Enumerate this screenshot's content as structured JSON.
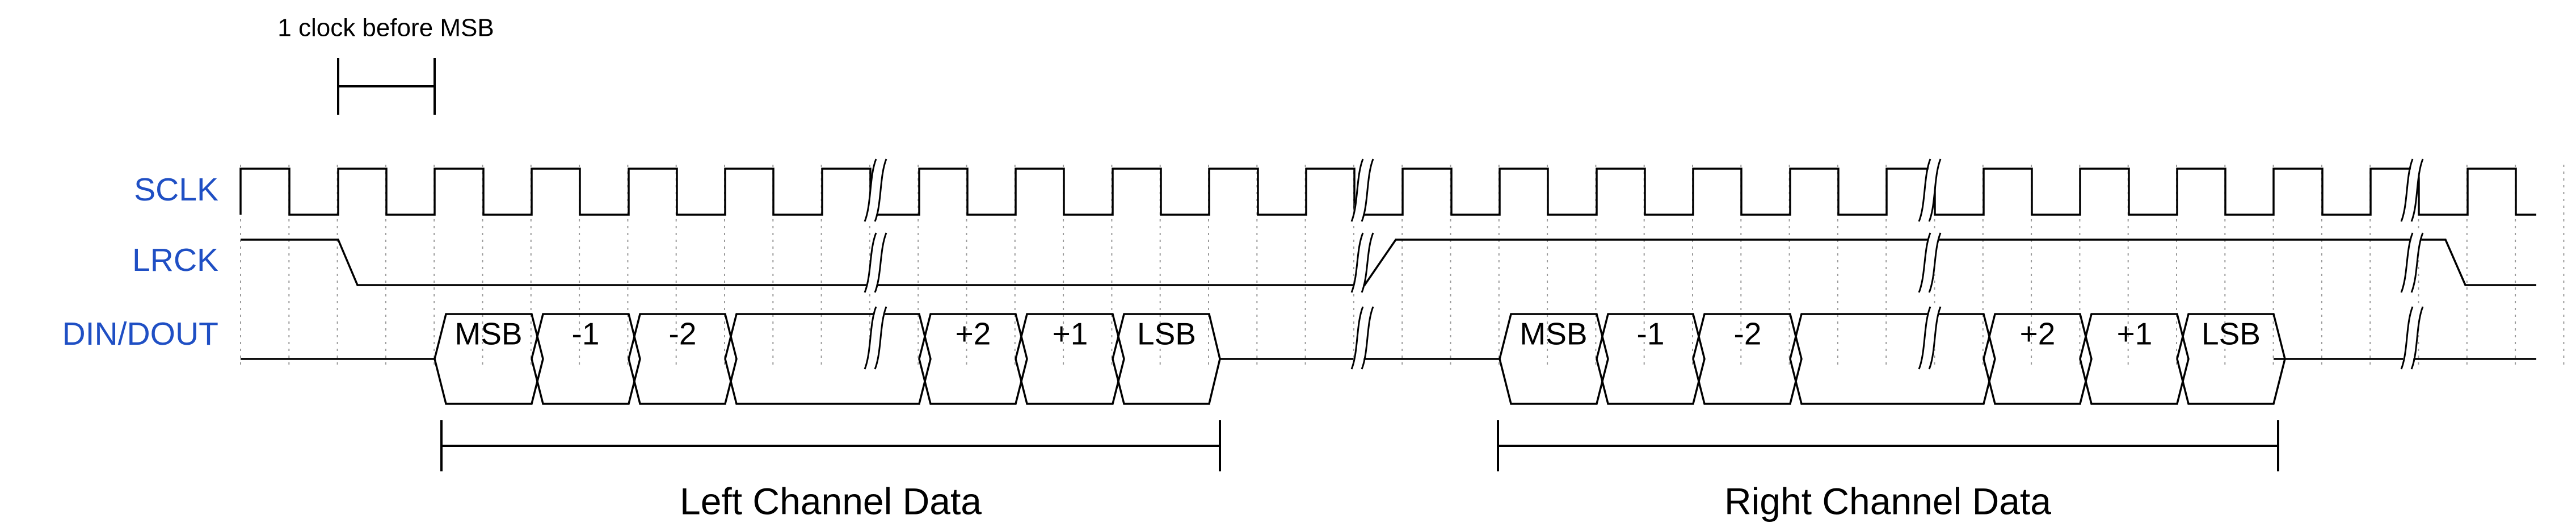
{
  "signals": {
    "sclk": "SCLK",
    "lrck": "LRCK",
    "din_dout": "DIN/DOUT"
  },
  "annotation": {
    "offset_note": "1 clock before MSB"
  },
  "left_channel": {
    "label": "Left Channel Data",
    "bits": [
      "MSB",
      "-1",
      "-2",
      "+2",
      "+1",
      "LSB"
    ]
  },
  "right_channel": {
    "label": "Right Channel Data",
    "bits": [
      "MSB",
      "-1",
      "-2",
      "+2",
      "+1",
      "LSB"
    ]
  }
}
